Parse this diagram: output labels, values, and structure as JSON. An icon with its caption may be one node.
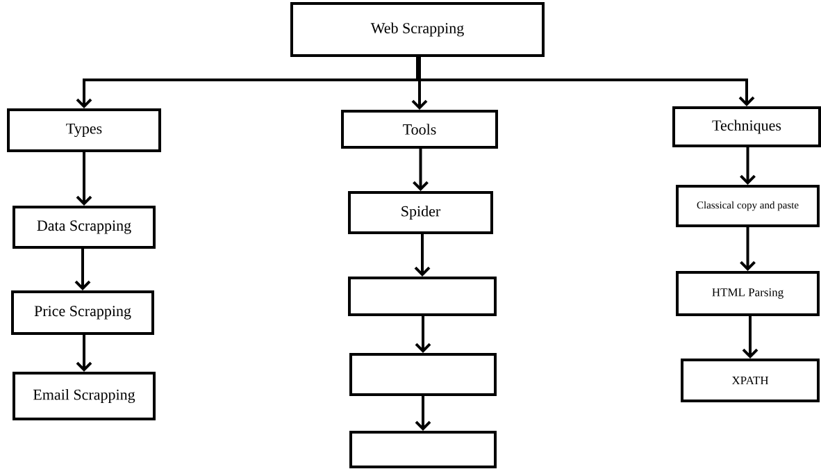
{
  "diagram": {
    "nodes": [
      {
        "text": [
          "Web Scrapping"
        ]
      },
      {
        "text": [
          "Types"
        ]
      },
      {
        "text": [
          "Tools"
        ]
      },
      {
        "text": [
          "Techniques"
        ]
      },
      {
        "text": [
          "Data Scrapping"
        ]
      },
      {
        "text": [
          "Price Scrapping"
        ]
      },
      {
        "text": [
          "Email Scrapping"
        ]
      },
      {
        "text": [
          "Spider"
        ]
      },
      {
        "text": [],
        "shape": "box"
      },
      {
        "text": [],
        "shape": "box"
      },
      {
        "text": [],
        "shape": "box"
      },
      {
        "text": [
          "Classical copy and paste"
        ]
      },
      {
        "text": [
          "HTML Parsing"
        ]
      },
      {
        "text": [
          "XPATH"
        ]
      }
    ],
    "edges": [
      {
        "from": 0,
        "to": 1,
        "arrow": "to"
      },
      {
        "from": 0,
        "to": 2,
        "arrow": "to"
      },
      {
        "from": 0,
        "to": 3,
        "arrow": "to"
      },
      {
        "from": 1,
        "to": 4,
        "arrow": "to"
      },
      {
        "from": 4,
        "to": 5,
        "arrow": "to"
      },
      {
        "from": 5,
        "to": 6,
        "arrow": "to"
      },
      {
        "from": 2,
        "to": 7,
        "arrow": "to"
      },
      {
        "from": 7,
        "to": 8,
        "arrow": "to"
      },
      {
        "from": 8,
        "to": 9,
        "arrow": "to"
      },
      {
        "from": 9,
        "to": 10,
        "arrow": "to"
      },
      {
        "from": 3,
        "to": 11,
        "arrow": "to"
      },
      {
        "from": 11,
        "to": 12,
        "arrow": "to"
      },
      {
        "from": 12,
        "to": 13,
        "arrow": "to"
      }
    ]
  }
}
